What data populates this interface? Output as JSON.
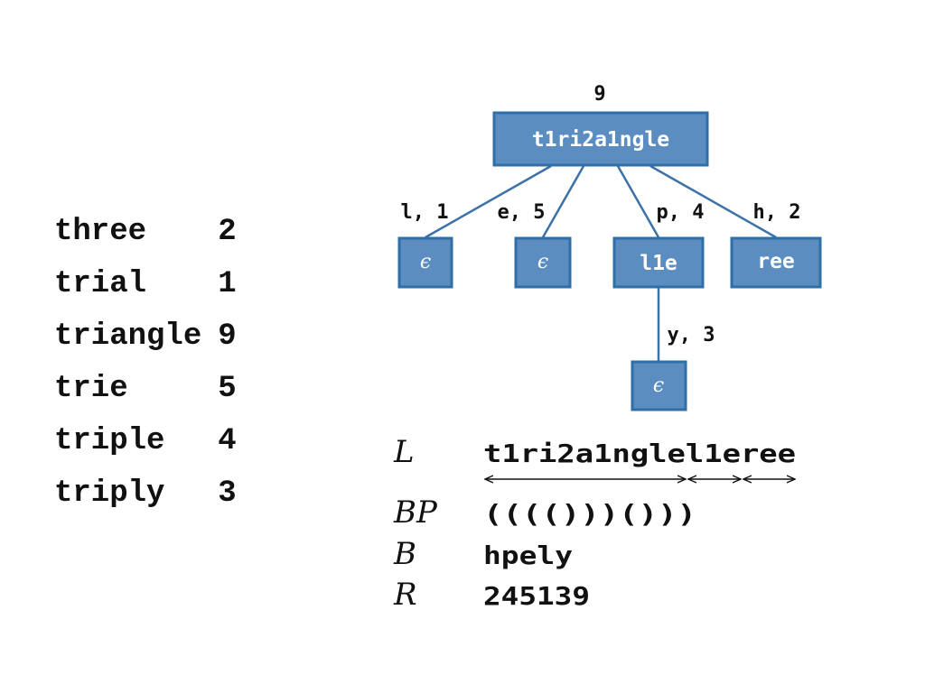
{
  "word_list": [
    {
      "word": "three",
      "count": "2"
    },
    {
      "word": "trial",
      "count": "1"
    },
    {
      "word": "triangle",
      "count": "9"
    },
    {
      "word": "trie",
      "count": "5"
    },
    {
      "word": "triple",
      "count": "4"
    },
    {
      "word": "triply",
      "count": "3"
    }
  ],
  "trie": {
    "root": {
      "label": "t1ri2a1ngle",
      "count": "9"
    },
    "children": [
      {
        "label": "ϵ",
        "edge": "l, 1"
      },
      {
        "label": "ϵ",
        "edge": "e, 5"
      },
      {
        "label": "l1e",
        "edge": "p, 4"
      },
      {
        "label": "ree",
        "edge": "h, 2"
      }
    ],
    "grandchild": {
      "label": "ϵ",
      "edge": "y, 3"
    }
  },
  "encoding": {
    "L": {
      "label": "L",
      "value": "t1ri2a1nglel1eree"
    },
    "BP": {
      "label": "BP",
      "value": "(((()))()))"
    },
    "B": {
      "label": "B",
      "value": "hpely"
    },
    "R": {
      "label": "R",
      "value": "245139"
    }
  },
  "colors": {
    "node_fill": "#5b8dc0",
    "node_border": "#2f6fa7",
    "edge": "#3d72a8"
  }
}
